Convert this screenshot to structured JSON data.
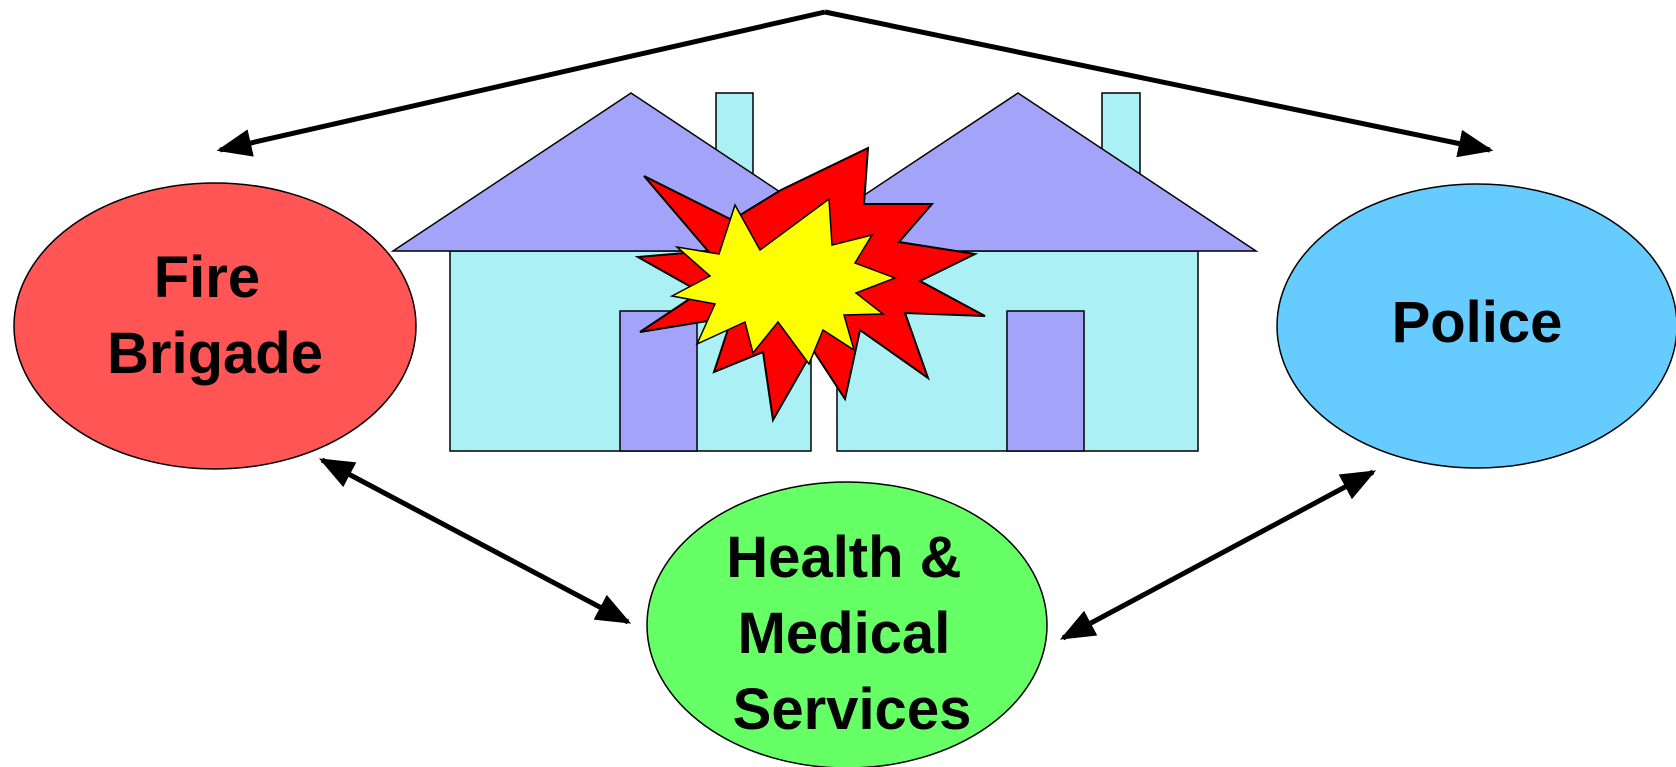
{
  "colors": {
    "fire": "#ff5555",
    "police": "#66ccff",
    "health": "#66ff66",
    "roof": "#a3a3fa",
    "wall": "#aaf0f5",
    "door": "#a3a3fa",
    "chimney": "#aaf0f5",
    "explosion_outer": "#ff0000",
    "explosion_inner": "#ffff00",
    "stroke": "#000000"
  },
  "nodes": {
    "fire": {
      "line1": "Fire",
      "line2": "Brigade"
    },
    "police": {
      "line1": "Police"
    },
    "health": {
      "line1": "Health &",
      "line2": "Medical",
      "line3": "Services"
    }
  },
  "icons": {
    "houses": "house-icon",
    "incident": "explosion-icon"
  }
}
